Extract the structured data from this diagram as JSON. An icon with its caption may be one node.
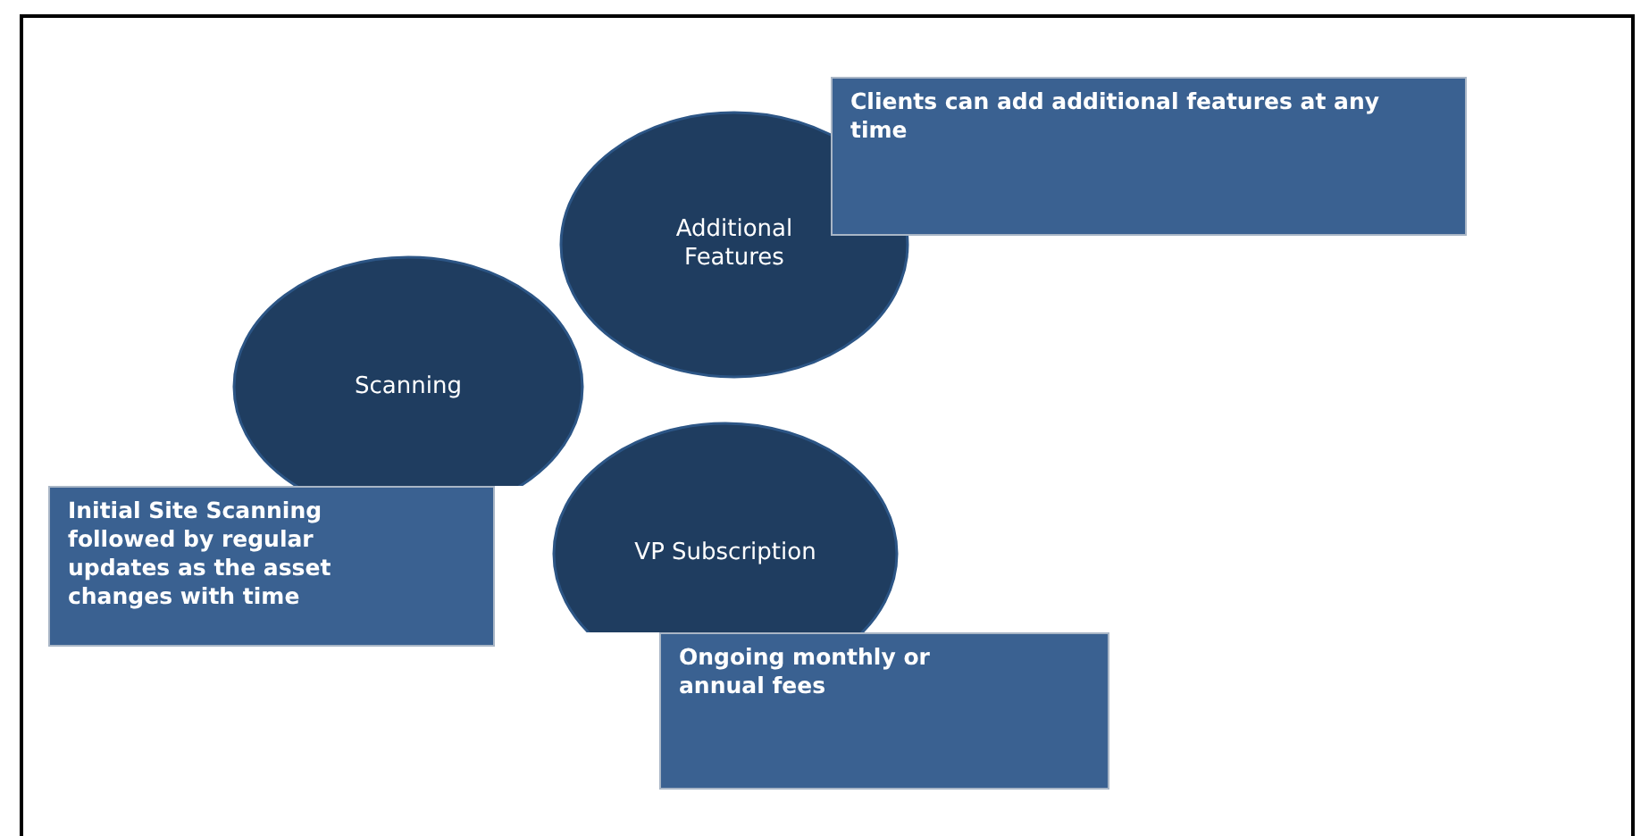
{
  "diagram": {
    "nodes": [
      {
        "text": [
          "Additional Features"
        ]
      },
      {
        "text": [
          "Clients can add additional features at any time"
        ]
      },
      {
        "text": [
          "Scanning"
        ]
      },
      {
        "text": [
          "Initial Site Scanning followed by regular updates as the asset changes with time"
        ]
      },
      {
        "text": [
          "VP Subscription"
        ]
      },
      {
        "text": [
          "Ongoing monthly or annual fees"
        ]
      }
    ]
  }
}
